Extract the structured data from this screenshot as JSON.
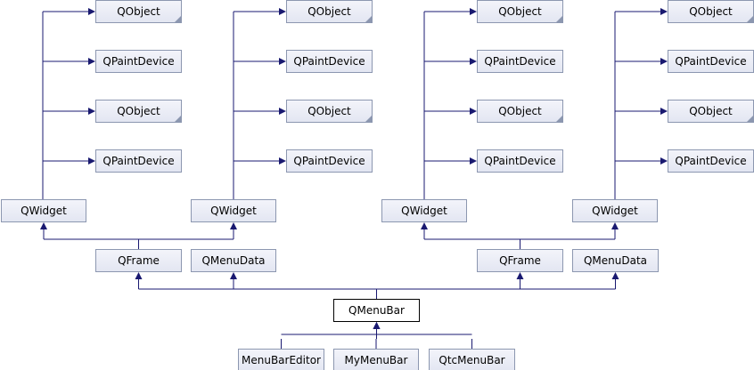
{
  "diagram": {
    "type": "inheritance-graph",
    "colors": {
      "edge": "#191970",
      "node_border": "#8c97b0",
      "node_fill": "#e8eaf4",
      "current_border": "#000000"
    },
    "nodes": [
      {
        "id": "o1a",
        "label": "QObject",
        "external": true
      },
      {
        "id": "p1a",
        "label": "QPaintDevice",
        "external": false
      },
      {
        "id": "o1b",
        "label": "QObject",
        "external": true
      },
      {
        "id": "p1b",
        "label": "QPaintDevice",
        "external": false
      },
      {
        "id": "o2a",
        "label": "QObject",
        "external": true
      },
      {
        "id": "p2a",
        "label": "QPaintDevice",
        "external": false
      },
      {
        "id": "o2b",
        "label": "QObject",
        "external": true
      },
      {
        "id": "p2b",
        "label": "QPaintDevice",
        "external": false
      },
      {
        "id": "o3a",
        "label": "QObject",
        "external": true
      },
      {
        "id": "p3a",
        "label": "QPaintDevice",
        "external": false
      },
      {
        "id": "o3b",
        "label": "QObject",
        "external": true
      },
      {
        "id": "p3b",
        "label": "QPaintDevice",
        "external": false
      },
      {
        "id": "o4a",
        "label": "QObject",
        "external": true
      },
      {
        "id": "p4a",
        "label": "QPaintDevice",
        "external": false
      },
      {
        "id": "o4b",
        "label": "QObject",
        "external": true
      },
      {
        "id": "p4b",
        "label": "QPaintDevice",
        "external": false
      },
      {
        "id": "w1",
        "label": "QWidget",
        "external": false
      },
      {
        "id": "w2",
        "label": "QWidget",
        "external": false
      },
      {
        "id": "w3",
        "label": "QWidget",
        "external": false
      },
      {
        "id": "w4",
        "label": "QWidget",
        "external": false
      },
      {
        "id": "f1",
        "label": "QFrame",
        "external": false
      },
      {
        "id": "md1",
        "label": "QMenuData",
        "external": false
      },
      {
        "id": "f2",
        "label": "QFrame",
        "external": false
      },
      {
        "id": "md2",
        "label": "QMenuData",
        "external": false
      },
      {
        "id": "mb",
        "label": "QMenuBar",
        "external": false,
        "current": true
      },
      {
        "id": "mbe",
        "label": "MenuBarEditor",
        "external": false
      },
      {
        "id": "mymb",
        "label": "MyMenuBar",
        "external": false
      },
      {
        "id": "qtcmb",
        "label": "QtcMenuBar",
        "external": false
      }
    ],
    "edges": [
      {
        "child": "w1",
        "parents": [
          "o1a",
          "p1a",
          "o1b",
          "p1b"
        ]
      },
      {
        "child": "w2",
        "parents": [
          "o2a",
          "p2a",
          "o2b",
          "p2b"
        ]
      },
      {
        "child": "w3",
        "parents": [
          "o3a",
          "p3a",
          "o3b",
          "p3b"
        ]
      },
      {
        "child": "w4",
        "parents": [
          "o4a",
          "p4a",
          "o4b",
          "p4b"
        ]
      },
      {
        "child": "f1",
        "parents": [
          "w1",
          "w2"
        ]
      },
      {
        "child": "f2",
        "parents": [
          "w3",
          "w4"
        ]
      },
      {
        "child": "mb",
        "parents": [
          "f1",
          "md1",
          "f2",
          "md2"
        ]
      },
      {
        "child": "mbe",
        "parents": [
          "mb"
        ]
      },
      {
        "child": "mymb",
        "parents": [
          "mb"
        ]
      },
      {
        "child": "qtcmb",
        "parents": [
          "mb"
        ]
      }
    ]
  }
}
